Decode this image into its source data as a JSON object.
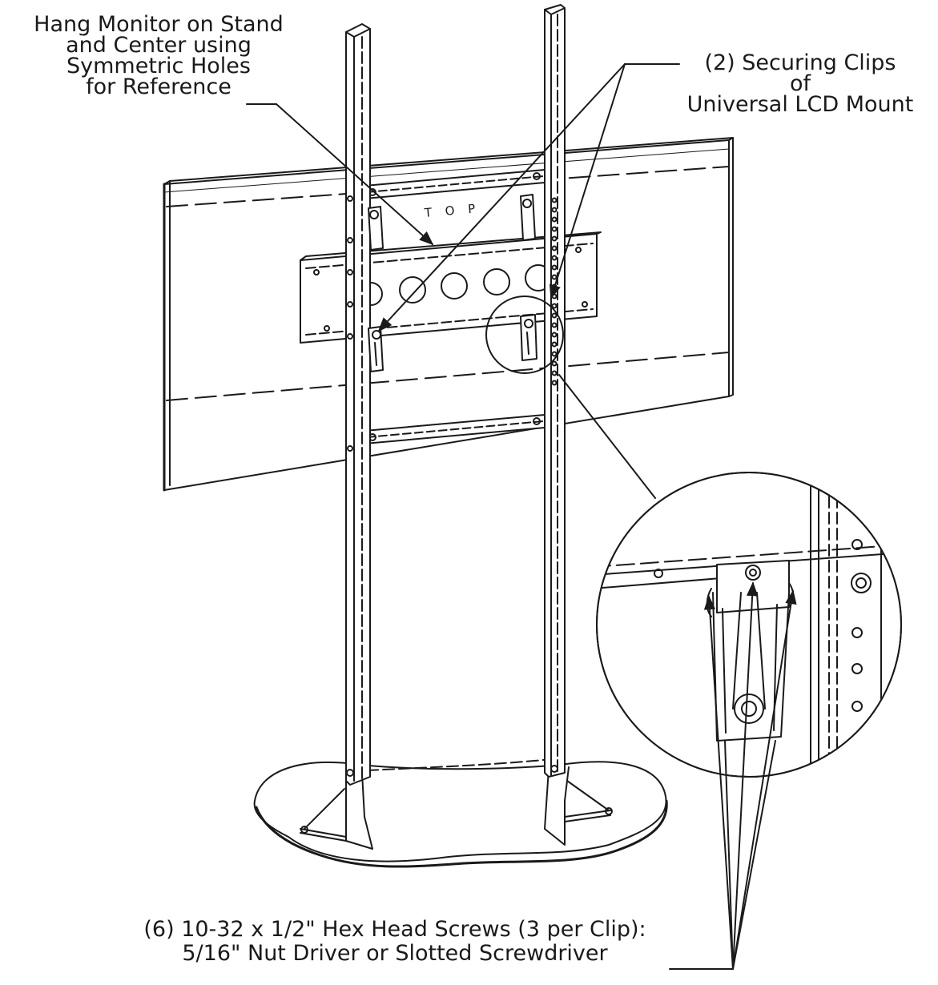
{
  "callouts": {
    "hang_monitor": {
      "lines": [
        "Hang Monitor on Stand",
        "and Center using",
        "Symmetric Holes",
        "for Reference"
      ]
    },
    "securing_clips": {
      "lines": [
        "(2) Securing Clips",
        "of",
        "Universal LCD Mount"
      ]
    },
    "hex_screws": {
      "lines": [
        "(6) 10-32 x 1/2\" Hex Head Screws (3 per Clip):",
        "5/16\" Nut Driver or Slotted Screwdriver"
      ]
    }
  },
  "monitor_marking": "T O P",
  "colors": {
    "line": "#1a1a1a",
    "background": "#ffffff"
  }
}
